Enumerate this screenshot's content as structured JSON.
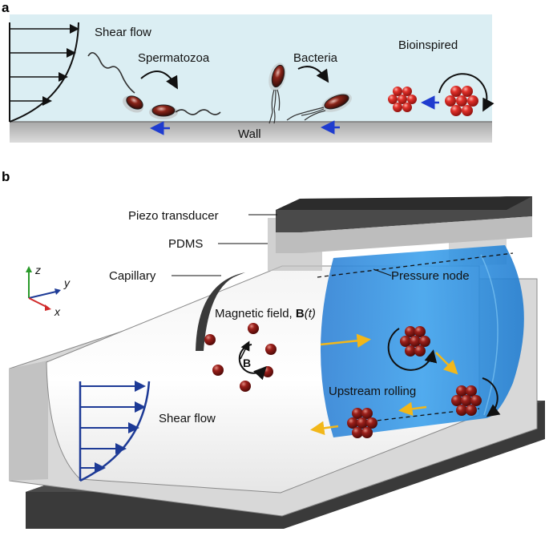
{
  "panel_a": {
    "letter": "a",
    "labels": {
      "shear_flow": "Shear flow",
      "spermatozoa": "Spermatozoa",
      "bacteria": "Bacteria",
      "bioinspired": "Bioinspired",
      "wall": "Wall"
    },
    "colors": {
      "fluid": "#dbeef3",
      "wall": "#c9c9c9",
      "cell_body": "#6b1a14",
      "particle": "#d12b2b",
      "arrow_blue": "#1f3ccf"
    }
  },
  "panel_b": {
    "letter": "b",
    "labels": {
      "piezo": "Piezo transducer",
      "pdms": "PDMS",
      "capillary": "Capillary",
      "pressure_node": "Pressure node",
      "magnetic_field_prefix": "Magnetic field, ",
      "magnetic_field_symbol": "B",
      "magnetic_field_arg": "(t)",
      "b_symbol": "B",
      "upstream_rolling": "Upstream rolling",
      "shear_flow": "Shear flow"
    },
    "axes": {
      "z": "z",
      "y": "y",
      "x": "x"
    },
    "colors": {
      "water": "#1e8fe0",
      "transducer": "#3a3a3a",
      "flow_profile": "#1d3a96",
      "yellow_arrow": "#f2b71a",
      "particle": "#8b1a1a"
    }
  }
}
